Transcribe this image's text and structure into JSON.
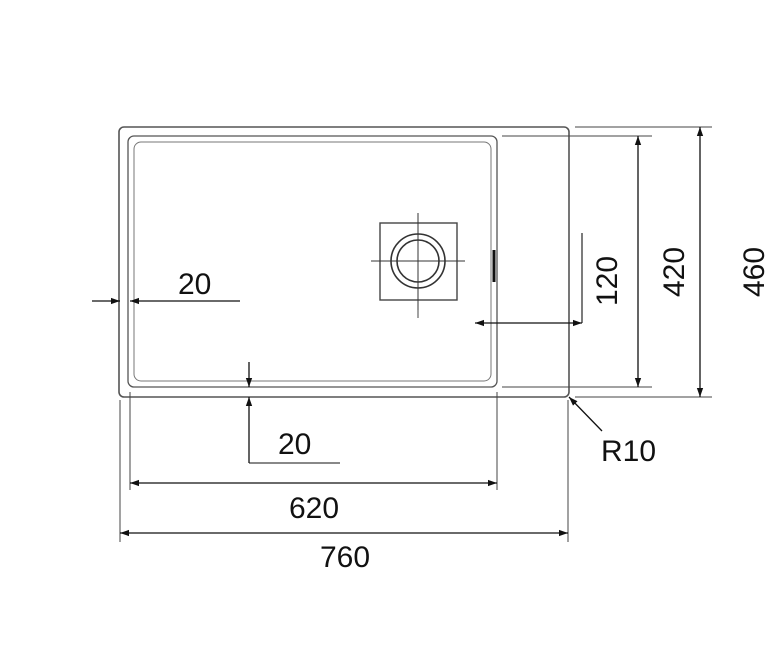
{
  "drawing": {
    "line_color": "#111111",
    "background": "#ffffff",
    "outline_color": "#555555"
  },
  "dimensions": {
    "overall_width": "760",
    "bowl_width": "620",
    "overall_depth": "460",
    "bowl_depth": "420",
    "drain_offset": "120",
    "side_margin": "20",
    "front_margin": "20",
    "corner_radius": "R10"
  }
}
